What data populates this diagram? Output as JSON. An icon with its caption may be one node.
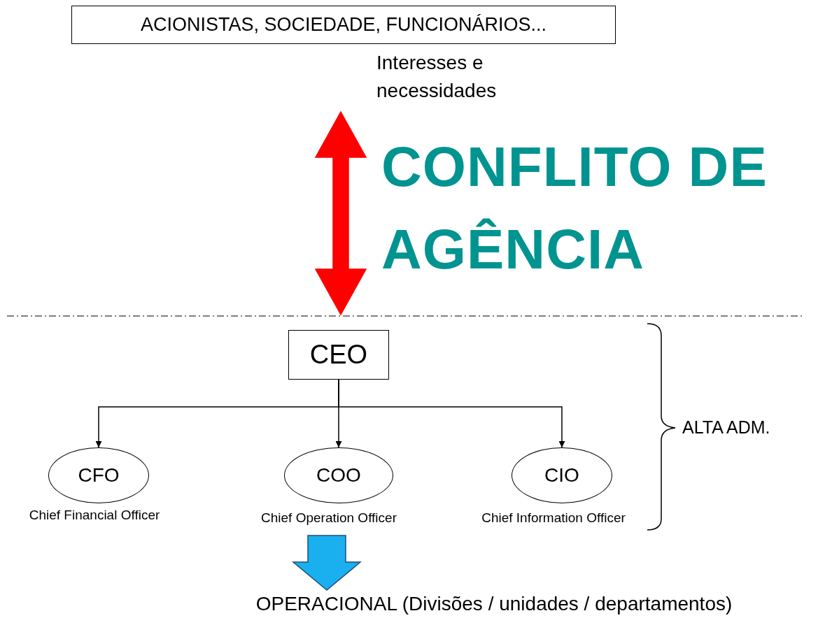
{
  "diagram": {
    "title": "CONFLITO DE AGÊNCIA",
    "nodes": [
      {
        "text": [
          "ACIONISTAS, SOCIEDADE, FUNCIONÁRIOS..."
        ]
      },
      {
        "text": [
          "CEO"
        ]
      },
      {
        "text": [
          "CFO"
        ],
        "beside": [
          "Chief Financial Officer"
        ]
      },
      {
        "text": [
          "COO"
        ],
        "beside": [
          "Chief Operation Officer"
        ]
      },
      {
        "text": [
          "CIO"
        ],
        "beside": [
          "Chief Information Officer"
        ]
      },
      {
        "text": [
          "OPERACIONAL (Divisões / unidades / departamentos)"
        ]
      }
    ],
    "edges": [
      {
        "from": 0,
        "to": 1,
        "arrow": "both",
        "style": "thick",
        "color": "#ff0000"
      },
      {
        "from": 1,
        "to": 2,
        "arrow": "to"
      },
      {
        "from": 1,
        "to": 3,
        "arrow": "to"
      },
      {
        "from": 1,
        "to": 4,
        "arrow": "to"
      },
      {
        "from": 3,
        "to": 5,
        "arrow": "to",
        "style": "thick",
        "color": "#1ab0f0"
      }
    ],
    "labels": [
      "Interesses e necessidades",
      "ALTA ADM."
    ]
  }
}
